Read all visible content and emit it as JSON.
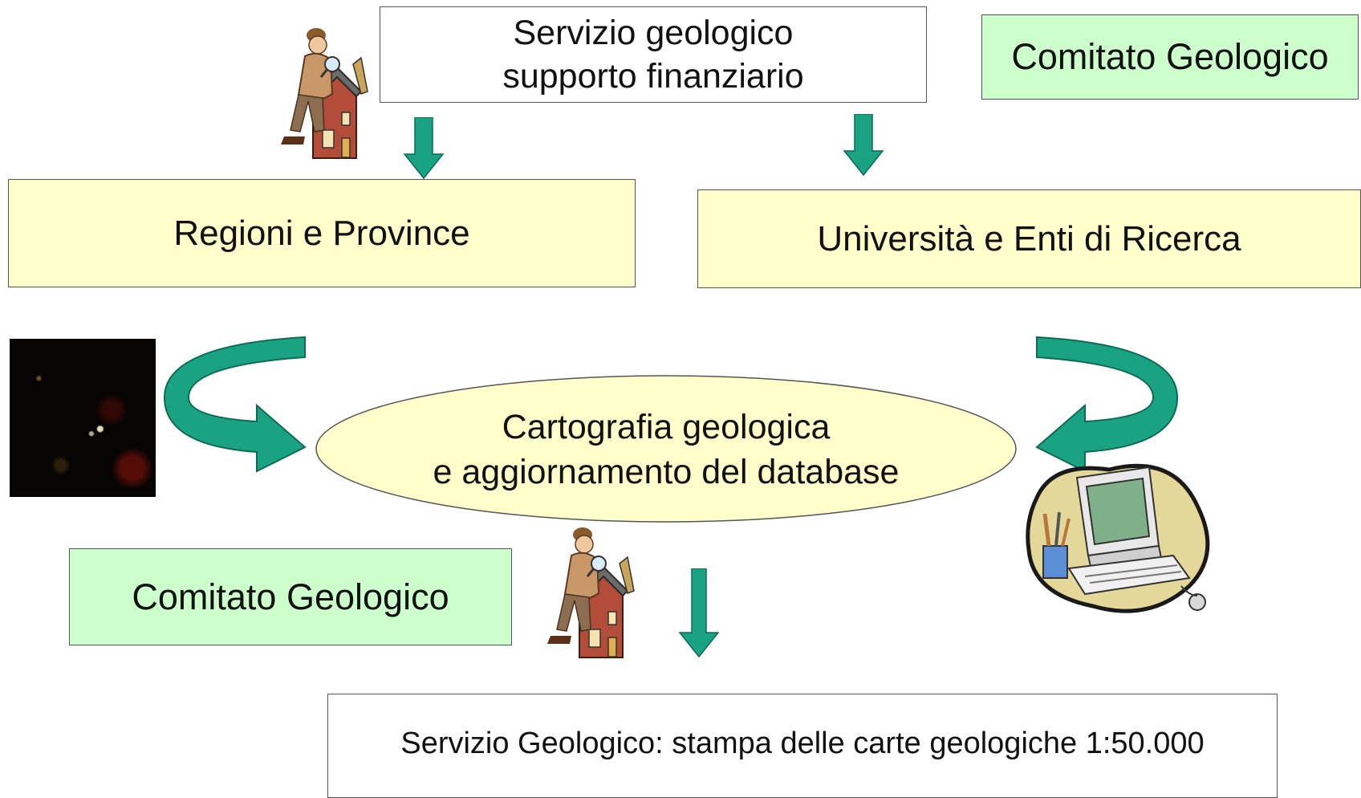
{
  "top_box": {
    "line1": "Servizio geologico",
    "line2": "supporto finanziario"
  },
  "comitato_top": "Comitato Geologico",
  "regioni": "Regioni e Province",
  "universita": "Università e Enti di Ricerca",
  "ellipse": {
    "line1": "Cartografia geologica",
    "line2": "e aggiornamento del database"
  },
  "comitato_bottom": "Comitato Geologico",
  "bottom_box": "Servizio Geologico: stampa delle carte geologiche 1:50.000",
  "colors": {
    "arrow": "#1aa382",
    "yellow_fill": "#ffffcc",
    "green_fill": "#ccffcc",
    "ellipse_fill": "#ffffcc"
  },
  "icons": [
    "geologist-icon",
    "geologist-icon",
    "computer-icon",
    "dark-photo"
  ]
}
